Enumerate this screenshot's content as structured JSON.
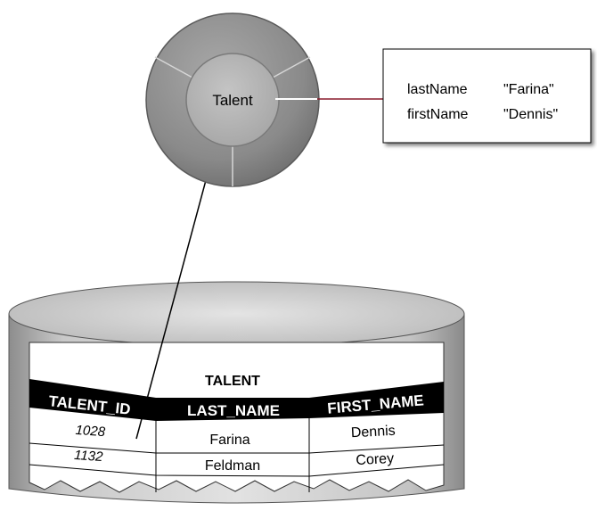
{
  "object": {
    "label": "Talent"
  },
  "attributes": {
    "rows": [
      {
        "key": "lastName",
        "value": "\"Farina\""
      },
      {
        "key": "firstName",
        "value": "\"Dennis\""
      }
    ]
  },
  "database_table": {
    "title": "TALENT",
    "columns": [
      "TALENT_ID",
      "LAST_NAME",
      "FIRST_NAME"
    ],
    "rows": [
      [
        "1028",
        "Farina",
        "Dennis"
      ],
      [
        "1132",
        "Feldman",
        "Corey"
      ]
    ]
  }
}
